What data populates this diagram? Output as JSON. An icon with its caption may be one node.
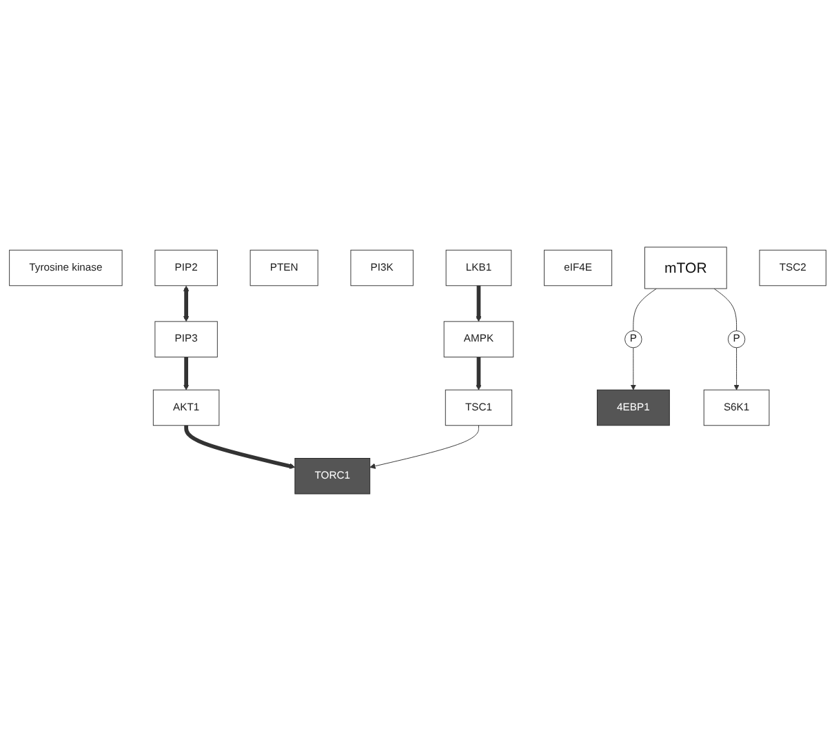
{
  "diagram": {
    "nodes": [
      {
        "text": [
          "Tyrosine kinase"
        ]
      },
      {
        "text": [
          "PIP2"
        ]
      },
      {
        "text": [
          "PTEN"
        ]
      },
      {
        "text": [
          "PI3K"
        ]
      },
      {
        "text": [
          "PIP3"
        ]
      },
      {
        "text": [
          "LKB1"
        ]
      },
      {
        "text": [
          "AKT1"
        ]
      },
      {
        "text": [
          "4EBP1"
        ]
      },
      {
        "text": [
          "eIF4E"
        ]
      },
      {
        "text": [
          "AMPK"
        ]
      },
      {
        "text": [
          "P"
        ]
      },
      {
        "text": [
          "mTOR"
        ]
      },
      {
        "text": [
          "TSC1"
        ]
      },
      {
        "text": [
          "TSC2"
        ]
      },
      {
        "text": [
          "P"
        ]
      },
      {
        "text": [
          "S6K1"
        ]
      },
      {
        "text": [
          "TORC1"
        ]
      }
    ],
    "edges": [
      {
        "from": 1,
        "to": 4,
        "arrow": "both",
        "style": "thick"
      },
      {
        "from": 4,
        "to": 6,
        "arrow": "to",
        "style": "thick"
      },
      {
        "from": 6,
        "to": 16,
        "arrow": "to",
        "style": "thick"
      },
      {
        "from": 5,
        "to": 9,
        "arrow": "to",
        "style": "thick"
      },
      {
        "from": 9,
        "to": 12,
        "arrow": "to",
        "style": "thick"
      },
      {
        "from": 12,
        "to": 16,
        "arrow": "to"
      },
      {
        "from": 11,
        "to": 10,
        "arrow": "none"
      },
      {
        "from": 10,
        "to": 7,
        "arrow": "to"
      },
      {
        "from": 11,
        "to": 14,
        "arrow": "none"
      },
      {
        "from": 14,
        "to": 15,
        "arrow": "to"
      }
    ]
  }
}
